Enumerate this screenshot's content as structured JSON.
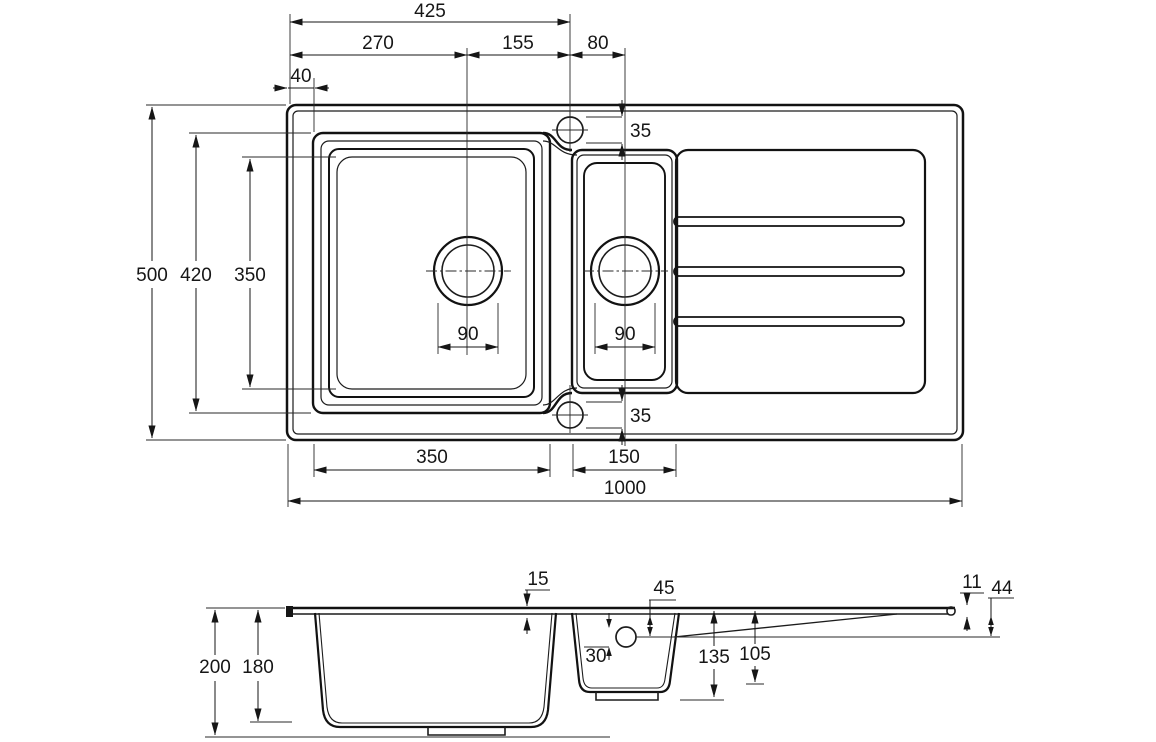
{
  "dims": {
    "top": {
      "tap_center_from_left": "425",
      "main_drain_from_left": "270",
      "main_drain_to_tap": "155",
      "tap_to_small_drain": "80",
      "bowl_inset_left": "40",
      "overall_depth": "500",
      "bowl_outer_depth": "420",
      "bowl_opening_depth": "350",
      "tap_inset_top": "35",
      "tap_inset_bottom": "35",
      "main_drain_dia": "90",
      "small_drain_dia": "90",
      "main_bowl_width": "350",
      "small_bowl_width": "150",
      "overall_width": "1000"
    },
    "section": {
      "rim_thickness": "15",
      "overflow_from_top": "45",
      "edge_thickness": "11",
      "drainer_end_drop": "44",
      "overall_depth": "200",
      "main_bowl_depth": "180",
      "overflow_dia": "30",
      "small_bowl_depth": "135",
      "drainer_low_depth": "105"
    }
  },
  "colors": {
    "line": "#161616",
    "background": "#ffffff"
  }
}
